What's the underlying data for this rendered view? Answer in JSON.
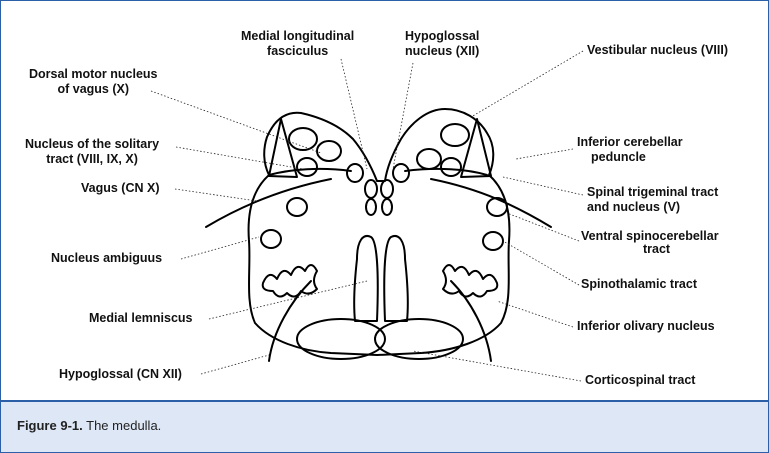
{
  "labels": {
    "medial_longitudinal": [
      "Medial longitudinal",
      "fasciculus"
    ],
    "hypoglossal_nucleus": [
      "Hypoglossal",
      "nucleus (XII)"
    ],
    "vestibular_nucleus": [
      "Vestibular nucleus (VIII)"
    ],
    "dorsal_motor": [
      "Dorsal motor nucleus",
      "of vagus (X)"
    ],
    "solitary": [
      "Nucleus of the solitary",
      "tract (VIII, IX, X)"
    ],
    "inferior_cerebellar": [
      "Inferior cerebellar",
      "peduncle"
    ],
    "vagus": [
      "Vagus (CN X)"
    ],
    "spinal_trigeminal": [
      "Spinal trigeminal tract",
      "and nucleus (V)"
    ],
    "ventral_spinocerebellar": [
      "Ventral spinocerebellar",
      "tract"
    ],
    "nucleus_ambiguus": [
      "Nucleus ambiguus"
    ],
    "spinothalamic": [
      "Spinothalamic tract"
    ],
    "medial_lemniscus": [
      "Medial lemniscus"
    ],
    "inferior_olivary": [
      "Inferior olivary nucleus"
    ],
    "hypoglossal_cn": [
      "Hypoglossal (CN XII)"
    ],
    "corticospinal": [
      "Corticospinal tract"
    ]
  },
  "caption": {
    "label": "Figure 9-1.",
    "text": "The medulla."
  }
}
